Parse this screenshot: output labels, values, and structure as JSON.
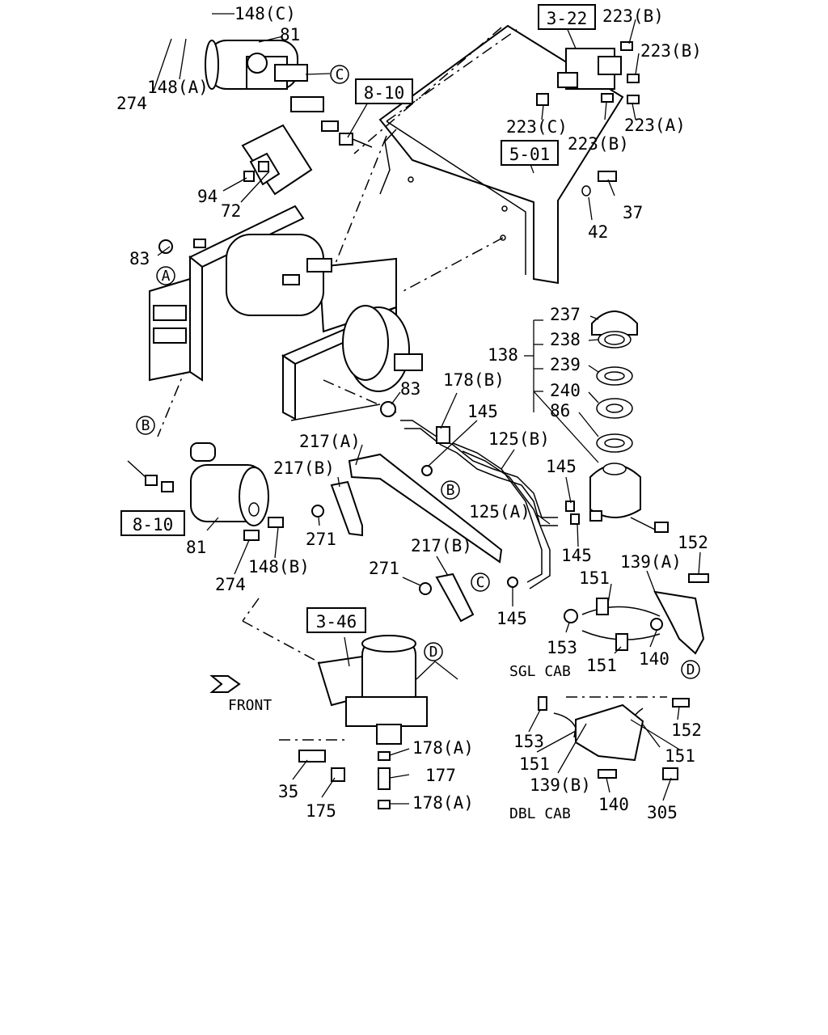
{
  "refs": {
    "r322": "3-22",
    "r810a": "8-10",
    "r501": "5-01",
    "r810b": "8-10",
    "r346": "3-46"
  },
  "parts": {
    "p148c": "148(C)",
    "p81a": "81",
    "p148a": "148(A)",
    "p274a": "274",
    "p94": "94",
    "p72": "72",
    "p83a": "83",
    "p223b1": "223(B)",
    "p223b2": "223(B)",
    "p223c": "223(C)",
    "p223b3": "223(B)",
    "p223a": "223(A)",
    "p37": "37",
    "p42": "42",
    "p237": "237",
    "p238": "238",
    "p138": "138",
    "p239": "239",
    "p240": "240",
    "p86": "86",
    "p83b": "83",
    "p178b": "178(B)",
    "p145a": "145",
    "p217a": "217(A)",
    "p125b": "125(B)",
    "p217b1": "217(B)",
    "p145b": "145",
    "p125a": "125(A)",
    "p271a": "271",
    "p81b": "81",
    "p148b": "148(B)",
    "p274b": "274",
    "p145c": "145",
    "p152a": "152",
    "p139a": "139(A)",
    "p217b2": "217(B)",
    "p271b": "271",
    "p151a": "151",
    "p145d": "145",
    "p153a": "153",
    "p151b": "151",
    "p140a": "140",
    "p153b": "153",
    "p152b": "152",
    "p151c": "151",
    "p151d": "151",
    "p139b": "139(B)",
    "p140b": "140",
    "p305": "305",
    "p178a1": "178(A)",
    "p177": "177",
    "p178a2": "178(A)",
    "p35": "35",
    "p175": "175"
  },
  "callouts": {
    "a1": "A",
    "b1": "B",
    "b2": "B",
    "c1": "C",
    "c2": "C",
    "d1": "D",
    "d2": "D"
  },
  "notes": {
    "sgl_cab": "SGL CAB",
    "dbl_cab": "DBL CAB",
    "front": "FRONT"
  }
}
